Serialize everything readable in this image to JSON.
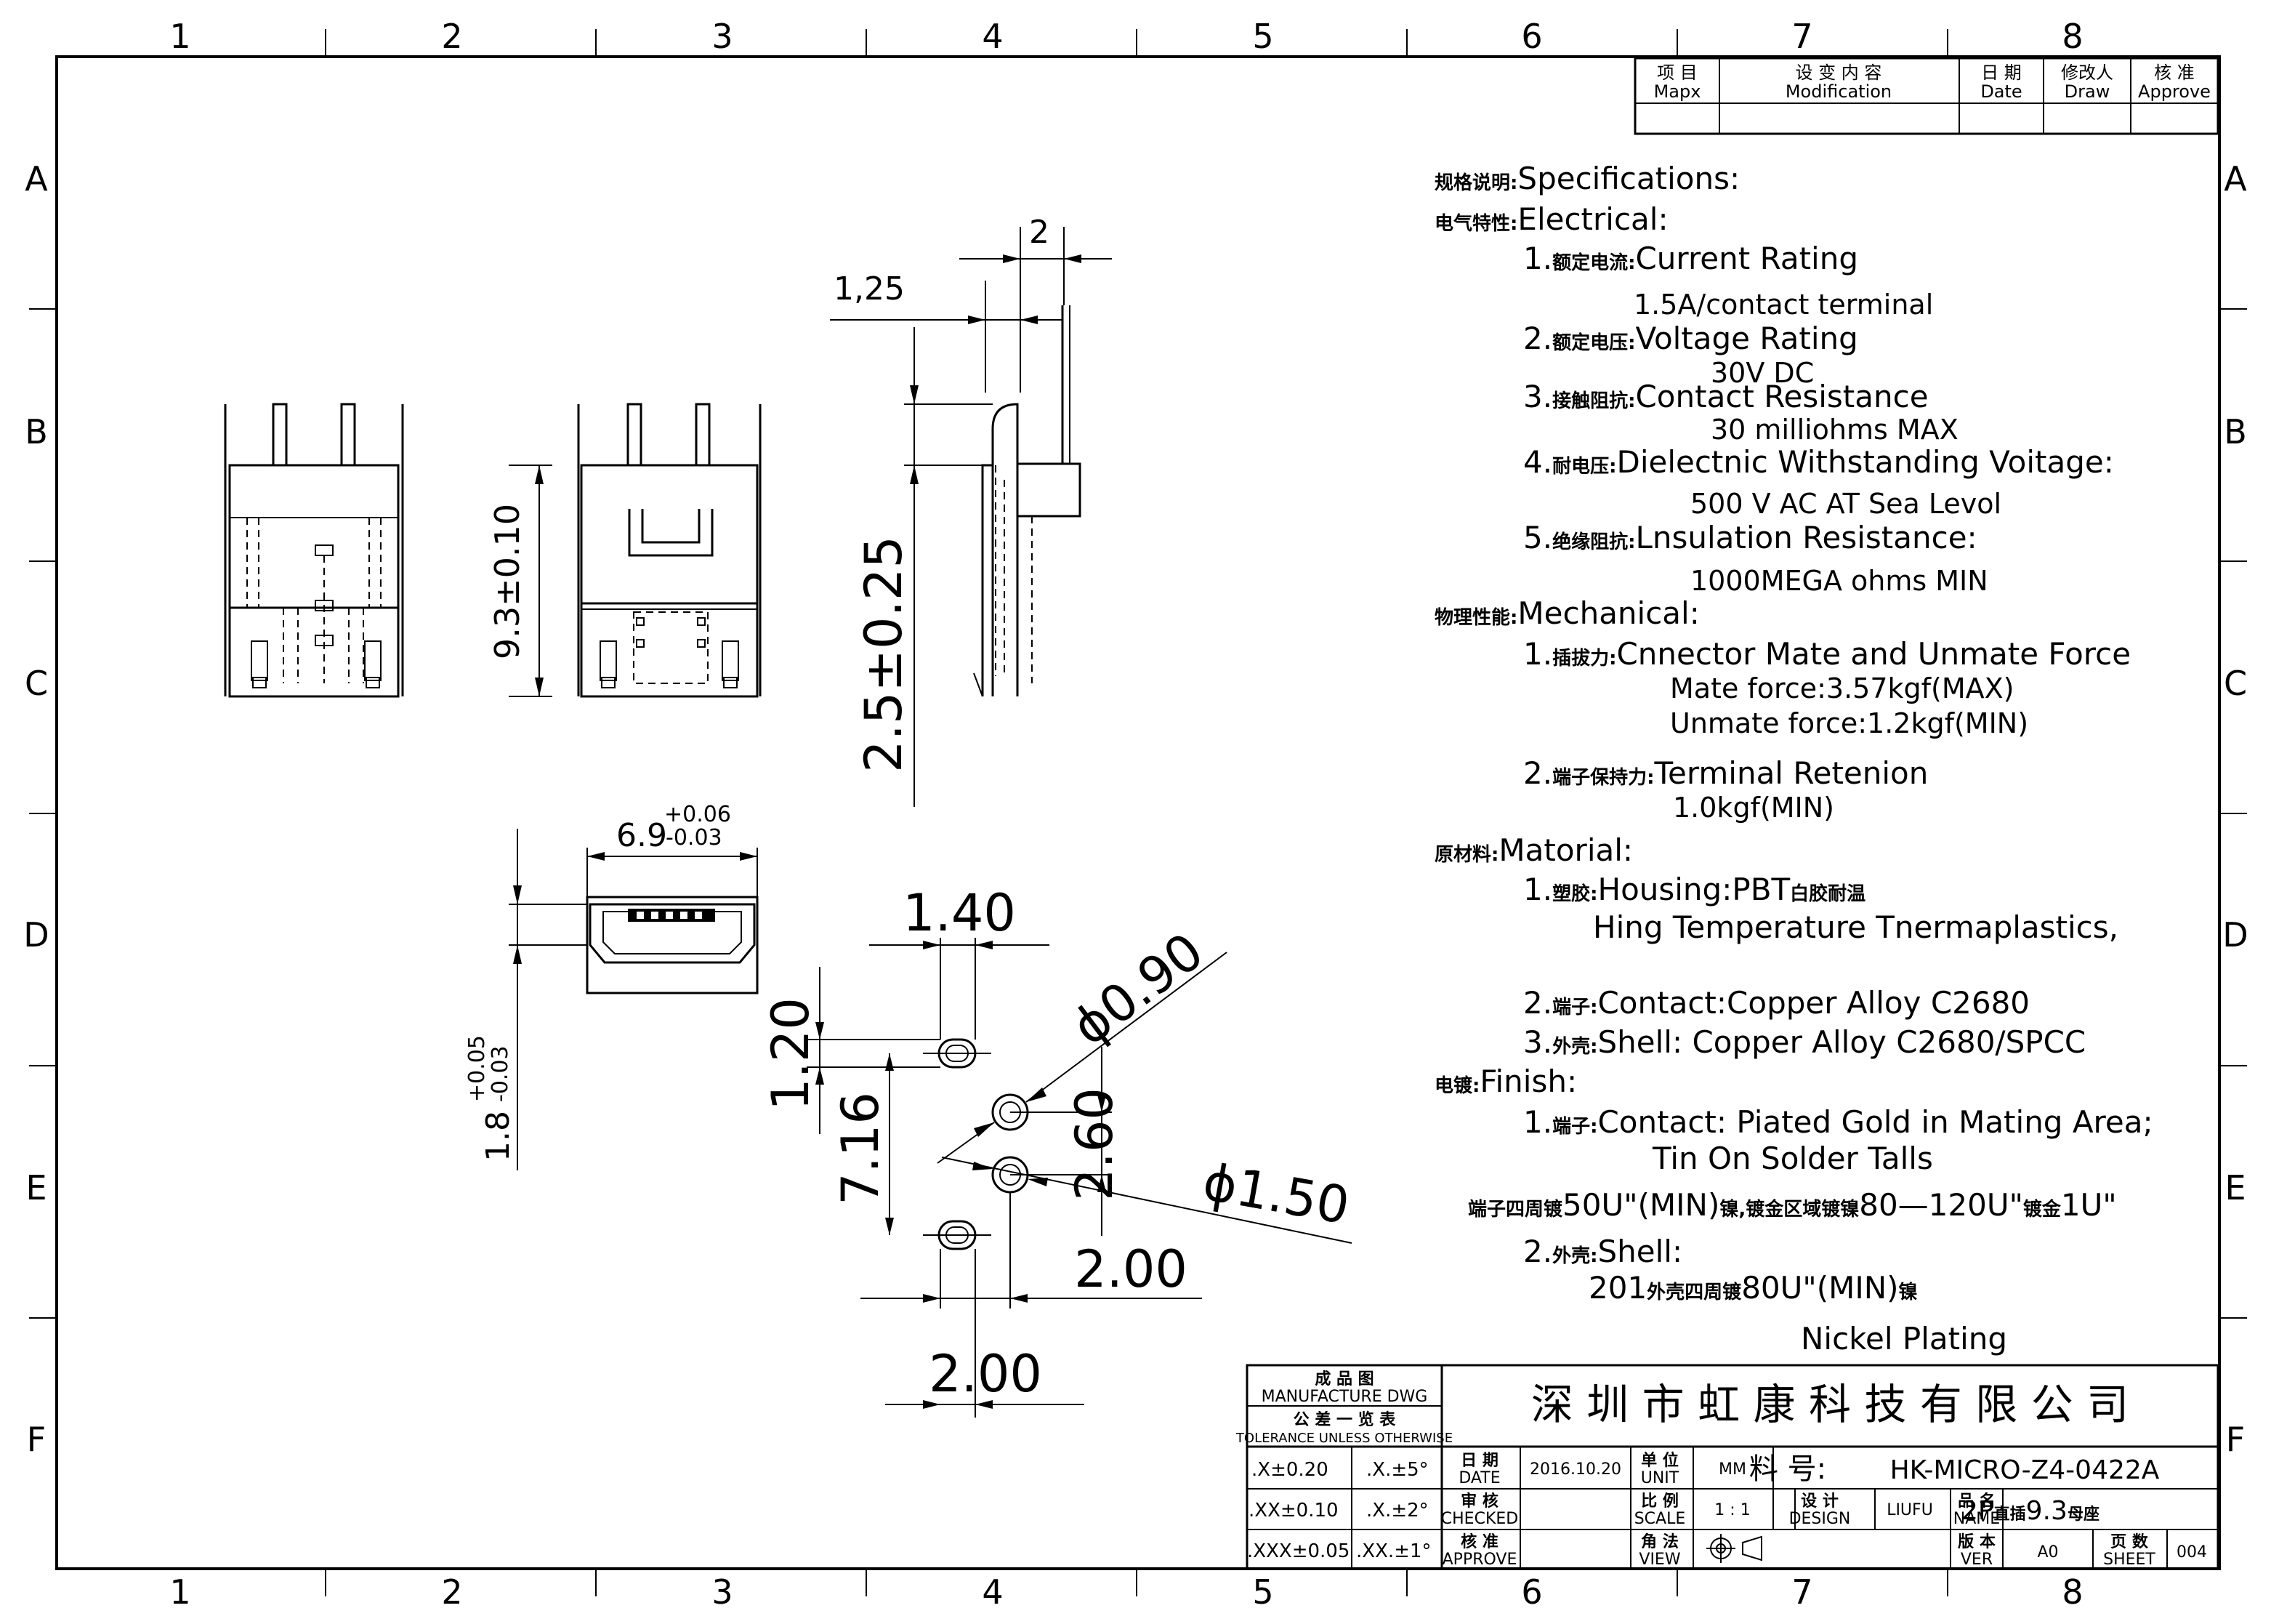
{
  "border": {
    "columns": [
      "1",
      "2",
      "3",
      "4",
      "5",
      "6",
      "7",
      "8"
    ],
    "rows": [
      "A",
      "B",
      "C",
      "D",
      "E",
      "F"
    ]
  },
  "revision_table": {
    "headers": [
      {
        "cn": "项  目",
        "en": "Mapx"
      },
      {
        "cn": "设 变 内 容",
        "en": "Modification"
      },
      {
        "cn": "日  期",
        "en": "Date"
      },
      {
        "cn": "修改人",
        "en": "Draw"
      },
      {
        "cn": "核  准",
        "en": "Approve"
      }
    ]
  },
  "specs": {
    "title": {
      "cn": "规格说明:",
      "en": "Specifications:"
    },
    "electrical": {
      "cn": "电气特性:",
      "en": "Electrical:"
    },
    "current_rating": {
      "num": "1.",
      "cn": "额定电流:",
      "en": "Current  Rating",
      "value": "1.5A/contact  terminal"
    },
    "voltage_rating": {
      "num": "2.",
      "cn": "额定电压:",
      "en": "Voltage  Rating",
      "value": "30V  DC"
    },
    "contact_resistance": {
      "num": "3.",
      "cn": "接触阻抗:",
      "en": "Contact  Resistance",
      "value": "30  milliohms  MAX"
    },
    "dielectric": {
      "num": "4.",
      "cn": "耐电压:",
      "en": "Dielectnic  Withstanding  Voitage:",
      "value": "500  V  AC  AT  Sea  Levol"
    },
    "insulation": {
      "num": "5.",
      "cn": "绝缘阻抗:",
      "en": "Lnsulation  Resistance:",
      "value": "1000MEGA  ohms  MIN"
    },
    "mechanical": {
      "cn": "物理性能:",
      "en": "Mechanical:"
    },
    "mate_force": {
      "num": "1.",
      "cn": "插拔力:",
      "en": "Cnnector  Mate  and  Unmate  Force",
      "value1": "Mate  force:3.57kgf(MAX)",
      "value2": "Unmate  force:1.2kgf(MIN)"
    },
    "retention": {
      "num": "2.",
      "cn": "端子保持力:",
      "en": "Terminal  Retenion",
      "value": "1.0kgf(MIN)"
    },
    "material": {
      "cn": "原材料:",
      "en": "Matorial:"
    },
    "housing": {
      "num": "1.",
      "cn": "塑胶:",
      "en": "Housing:PBT",
      "cn2": "白胶耐温",
      "value": "Hing  Temperature    Tnermaplastics,"
    },
    "contact": {
      "num": "2.",
      "cn": "端子:",
      "en": "Contact:Copper  Alloy  C2680"
    },
    "shell": {
      "num": "3.",
      "cn": "外壳:",
      "en": "Shell:  Copper  Alloy  C2680/SPCC"
    },
    "finish": {
      "cn": "电镀:",
      "en": "Finish:"
    },
    "finish_contact": {
      "num": "1.",
      "cn": "端子:",
      "en": "Contact:  Piated  Gold  in  Mating  Area;",
      "value": "Tin  On  Solder  Talls",
      "plating_cn1": "端子四周镀",
      "plating_v1": "50U\"(MIN)",
      "plating_cn2": "镍,镀金区域镀镍",
      "plating_v2": "80—120U\"",
      "plating_cn3": "镀金",
      "plating_v3": "1U\""
    },
    "finish_shell": {
      "num": "2.",
      "cn": "外壳:",
      "en": "Shell:",
      "value_a": "201",
      "value_cn": "外壳四周镀",
      "value_b": "80U\"(MIN)",
      "value_cn2": "镍",
      "value2": "Nickel  Plating"
    }
  },
  "dimensions": {
    "pin_pitch_top": "2",
    "pin_offset": "1,25",
    "height_left": "9.3±0.10",
    "height_side": "2.5±0.25",
    "width_main": "6.9",
    "width_tol_plus": "+0.06",
    "width_tol_minus": "-0.03",
    "depth_main": "1.8",
    "depth_tol_plus": "+0.05",
    "depth_tol_minus": "-0.03",
    "slot_width": "1.40",
    "slot_height": "1.20",
    "hole_dia_small": "ϕ0.90",
    "hole_dia_large": "ϕ1.50",
    "row_spacing": "7.16",
    "hole_spacing_v": "2.60",
    "hole_spacing_h": "2.00",
    "slot_spacing_h": "2.00"
  },
  "title_block": {
    "manufacture_cn": "成  品  图",
    "manufacture_en": "MANUFACTURE  DWG",
    "tolerance_cn": "公  差  一  览  表",
    "tolerance_en": "TOLERANCE  UNLESS  OTHERWISE",
    "company": "深 圳 市 虹 康 科 技 有 限 公 司",
    "tol_x": ".X±0.20",
    "tol_xx": ".XX±0.10",
    "tol_xxx": ".XXX±0.05",
    "ang_x": ".X.±5°",
    "ang_xx": ".X.±2°",
    "ang_xxx": ".XX.±1°",
    "date_label_cn": "日  期",
    "date_label_en": "DATE",
    "date_value": "2016.10.20",
    "checked_cn": "审  核",
    "checked_en": "CHECKED",
    "approve_cn": "核  准",
    "approve_en": "APPROVE",
    "unit_cn": "单  位",
    "unit_en": "UNIT",
    "unit_value": "MM",
    "scale_cn": "比  例",
    "scale_en": "SCALE",
    "scale_value": "1 : 1",
    "view_cn": "角  法",
    "view_en": "VIEW",
    "part_no_label": "料  号:",
    "part_no": "HK-MICRO-Z4-0422A",
    "design_cn": "设  计",
    "design_en": "DESIGN",
    "designer": "LIUFU",
    "name_cn": "品  名",
    "name_en": "NAME",
    "name_value_a": "2P",
    "name_value_cn": "直插",
    "name_value_b": "9.3",
    "name_value_cn2": "母座",
    "ver_cn": "版  本",
    "ver_en": "VER",
    "ver_value": "A0",
    "sheet_cn": "页  数",
    "sheet_en": "SHEET",
    "sheet_value": "004"
  }
}
